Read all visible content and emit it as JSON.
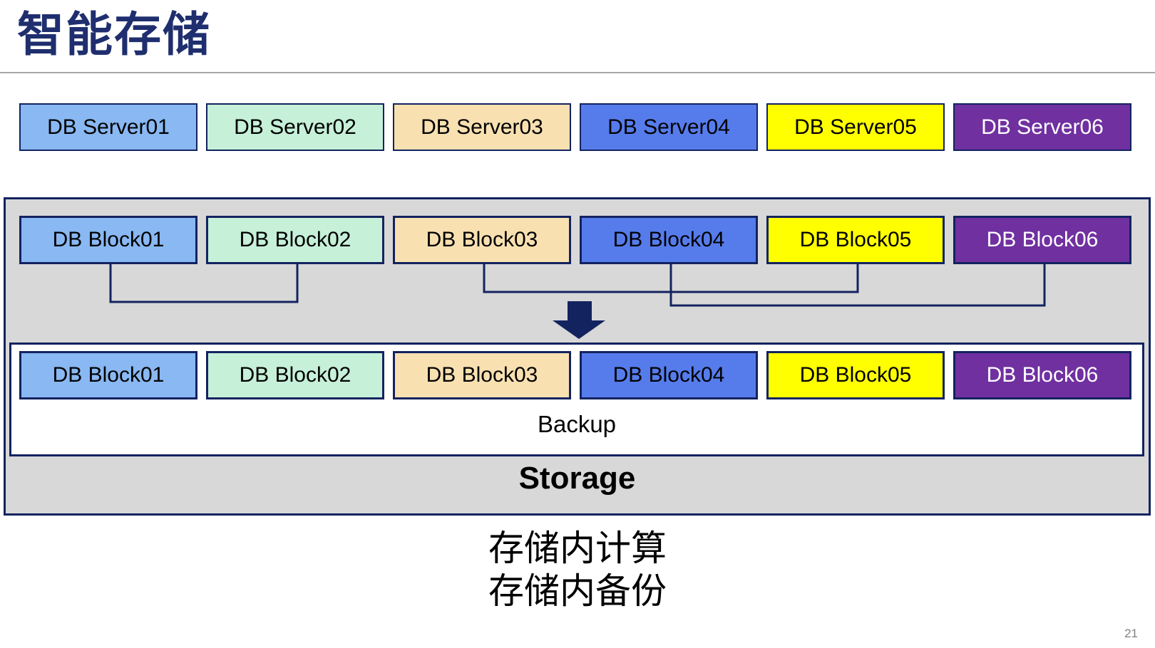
{
  "title": "智能存储",
  "page_number": "21",
  "palette": {
    "v1": {
      "bg": "#89B8F2",
      "text": "#000000"
    },
    "v2": {
      "bg": "#C6F0D8",
      "text": "#000000"
    },
    "v3": {
      "bg": "#F8E0B1",
      "text": "#000000"
    },
    "v4": {
      "bg": "#567CEC",
      "text": "#000000"
    },
    "v5": {
      "bg": "#FFFF00",
      "text": "#000000"
    },
    "v6": {
      "bg": "#7030A0",
      "text": "#FFFFFF"
    }
  },
  "accent_navy": "#132360",
  "servers": [
    "DB Server01",
    "DB Server02",
    "DB Server03",
    "DB Server04",
    "DB Server05",
    "DB Server06"
  ],
  "storage": {
    "blocks_source": [
      "DB Block01",
      "DB Block02",
      "DB Block03",
      "DB Block04",
      "DB Block05",
      "DB Block06"
    ],
    "blocks_backup": [
      "DB Block01",
      "DB Block02",
      "DB Block03",
      "DB Block04",
      "DB Block05",
      "DB Block06"
    ],
    "block_pairings": [
      [
        "DB Block01",
        "DB Block02"
      ],
      [
        "DB Block03",
        "DB Block05"
      ],
      [
        "DB Block04",
        "DB Block06"
      ]
    ],
    "backup_label": "Backup",
    "storage_label": "Storage"
  },
  "caption": {
    "line1": "存储内计算",
    "line2": "存储内备份"
  }
}
